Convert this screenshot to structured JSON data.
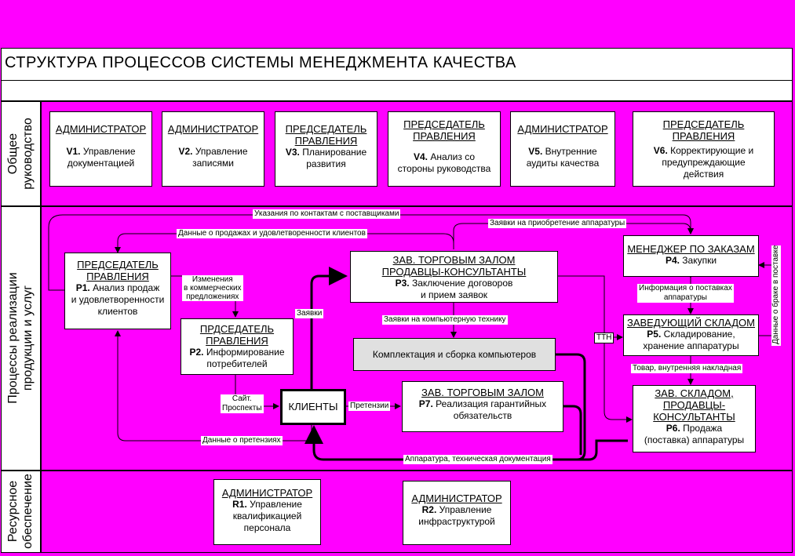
{
  "title": "СТРУКТУРА ПРОЦЕССОВ СИСТЕМЫ МЕНЕДЖМЕНТА КАЧЕСТВА",
  "colors": {
    "background": "#FF00FF",
    "box": "#FFFFFF",
    "assembly_box": "#E0E0E0"
  },
  "sections": {
    "general": "Общее руководство",
    "general_l1": "Общее",
    "general_l2": "руководство",
    "realization_l1": "Процессы реализации",
    "realization_l2": "продукции и услуг",
    "resource_l1": "Ресурсное",
    "resource_l2": "обеспечение"
  },
  "management": {
    "v1": {
      "role": "АДМИНИСТРАТОР",
      "code": "V1.",
      "text_l1": "Управление",
      "text_l2": "документацией"
    },
    "v2": {
      "role": "АДМИНИСТРАТОР",
      "code": "V2.",
      "text_l1": "Управление",
      "text_l2": "записями"
    },
    "v3": {
      "role_l1": "ПРЕДСЕДАТЕЛЬ",
      "role_l2": "ПРАВЛЕНИЯ",
      "code": "V3.",
      "text_l1": "Планирование",
      "text_l2": "развития"
    },
    "v4": {
      "role_l1": "ПРЕДСЕДАТЕЛЬ",
      "role_l2": "ПРАВЛЕНИЯ",
      "code": "V4.",
      "text_l1": "Анализ со",
      "text_l2": "стороны руководства"
    },
    "v5": {
      "role": "АДМИНИСТРАТОР",
      "code": "V5.",
      "text_l1": "Внутренние",
      "text_l2": "аудиты качества"
    },
    "v6": {
      "role_l1": "ПРЕДСЕДАТЕЛЬ",
      "role_l2": "ПРАВЛЕНИЯ",
      "code": "V6.",
      "text_l1": "Корректирующие и",
      "text_l2": "предупреждающие",
      "text_l3": "действия"
    }
  },
  "realization": {
    "p1": {
      "role_l1": "ПРЕДСЕДАТЕЛЬ",
      "role_l2": "ПРАВЛЕНИЯ",
      "code": "P1.",
      "text_l1": "Анализ продаж",
      "text_l2": "и удовлетворенности",
      "text_l3": "клиентов"
    },
    "p2": {
      "role_l1": "ПРДСЕДАТЕЛЬ",
      "role_l2": "ПРАВЛЕНИЯ",
      "code": "P2.",
      "text_l1": "Информирование",
      "text_l2": "потребителей"
    },
    "p3": {
      "role_l1": "ЗАВ. ТОРГОВЫМ ЗАЛОМ",
      "role_l2": "ПРОДАВЦЫ-КОНСУЛЬТАНТЫ",
      "code": "P3.",
      "text_l1": "Заключение договоров",
      "text_l2": "и прием заявок"
    },
    "p4": {
      "role": "МЕНЕДЖЕР ПО ЗАКАЗАМ",
      "code": "P4.",
      "text": "Закупки"
    },
    "p5": {
      "role": "ЗАВЕДУЮЩИЙ СКЛАДОМ",
      "code": "P5.",
      "text_l1": "Складирование,",
      "text_l2": "хранение  аппаратуры"
    },
    "p6": {
      "role_l1": "ЗАВ. СКЛАДОМ,",
      "role_l2": "ПРОДАВЦЫ-",
      "role_l3": "КОНСУЛЬТАНТЫ",
      "code": "P6.",
      "text_l1": "Продажа",
      "text_l2": "(поставка) аппаратуры"
    },
    "p7": {
      "role": "ЗАВ. ТОРГОВЫМ ЗАЛОМ",
      "code": "P7.",
      "text_l1": "Реализация гарантийных",
      "text_l2": "обязательств"
    },
    "clients": "КЛИЕНТЫ",
    "assembly": "Комплектация и сборка компьютеров"
  },
  "flows": {
    "supplier_contacts": "Указания по контактам с поставщиками",
    "sales_data": "Данные о продажах и удовлетворенности клиентов",
    "equipment_requests": "Заявки на приобретение аппаратуры",
    "offer_changes_l1": "Изменения",
    "offer_changes_l2": "в коммерческих",
    "offer_changes_l3": "предложениях",
    "requests": "Заявки",
    "computer_requests": "Заявки на компьютерную технику",
    "supply_info_l1": "Информация о поставках",
    "supply_info_l2": "аппаратуры",
    "defect_data": "Данные о браке в поставке",
    "ttn": "ТТН",
    "goods": "Товар, внутренняя накладная",
    "site_l1": "Сайт.",
    "site_l2": "Проспекты",
    "claims": "Претензии",
    "claims_data": "Данные о претензиях",
    "equipment_docs": "Аппаратура, техническая документация"
  },
  "resources": {
    "r1": {
      "role": "АДМИНИСТРАТОР",
      "code": "R1.",
      "text_l1": "Управление",
      "text_l2": "квалификацией",
      "text_l3": "персонала"
    },
    "r2": {
      "role": "АДМИНИСТРАТОР",
      "code": "R2.",
      "text_l1": "Управление",
      "text_l2": "инфраструктурой"
    }
  }
}
